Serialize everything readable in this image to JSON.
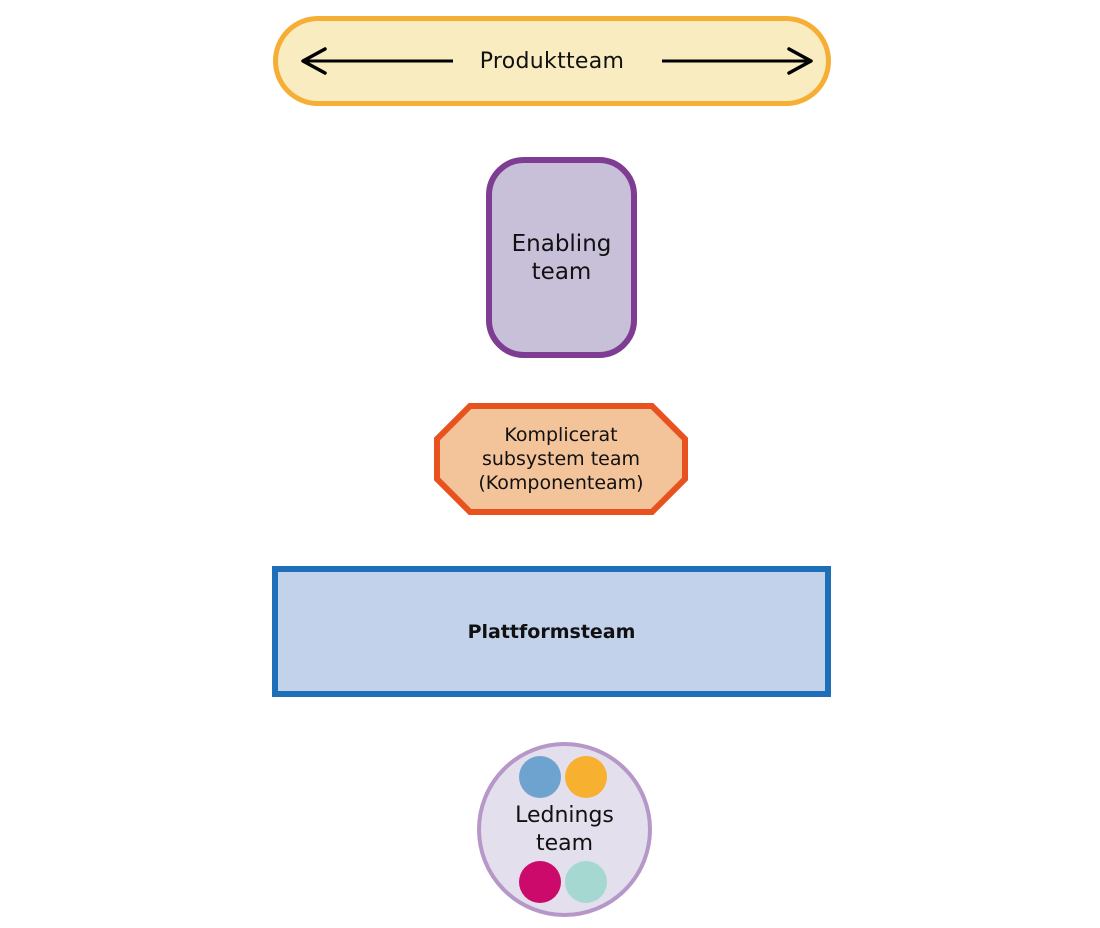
{
  "diagram": {
    "produktteam": {
      "label": "Produktteam"
    },
    "enabling": {
      "line1": "Enabling",
      "line2": "team"
    },
    "komplicerat": {
      "line1": "Komplicerat",
      "line2": "subsystem team",
      "line3": "(Komponenteam)"
    },
    "plattform": {
      "label": "Plattformsteam"
    },
    "lednings": {
      "line1": "Lednings",
      "line2": "team"
    }
  },
  "colors": {
    "produkt_fill": "#f8ecc0",
    "produkt_border": "#f6ae35",
    "enabling_fill": "#c8bfd8",
    "enabling_border": "#7e3c93",
    "komplicerat_fill": "#f3c39a",
    "komplicerat_border": "#e8521f",
    "plattform_fill": "#c2d2eb",
    "plattform_border": "#1f6fb8",
    "lednings_fill": "#e3dfec",
    "lednings_border": "#b697c8",
    "dot_blue": "#6fa3cf",
    "dot_orange": "#f7b030",
    "dot_magenta": "#cc0a6c",
    "dot_teal": "#a6d8d2"
  },
  "icons": [
    "arrow-left-icon",
    "arrow-right-icon"
  ]
}
